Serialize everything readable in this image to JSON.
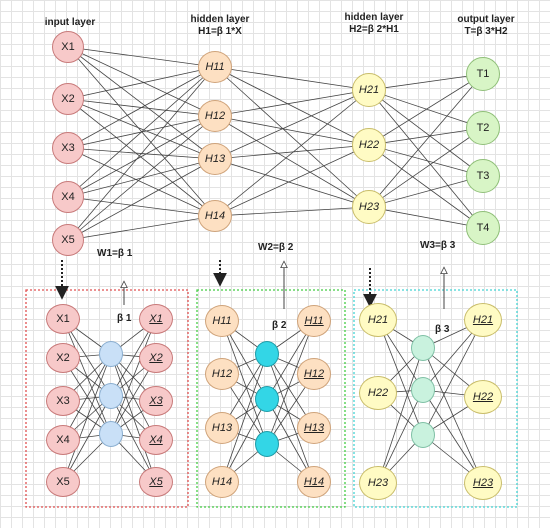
{
  "header": {
    "input_layer": "input layer",
    "hidden1": {
      "title": "hidden layer",
      "formula": "H1=β 1*X"
    },
    "hidden2": {
      "title": "hidden layer",
      "formula": "H2=β 2*H1"
    },
    "output": {
      "title": "output layer",
      "formula": "T=β 3*H2"
    }
  },
  "top": {
    "x": [
      "X1",
      "X2",
      "X3",
      "X4",
      "X5"
    ],
    "h1": [
      "H11",
      "H12",
      "H13",
      "H14"
    ],
    "h2": [
      "H21",
      "H22",
      "H23"
    ],
    "t": [
      "T1",
      "T2",
      "T3",
      "T4"
    ],
    "w1": "W1=β 1",
    "w2": "W2=β 2",
    "w3": "W3=β 3"
  },
  "bottom": {
    "box1": {
      "inputs": [
        "X1",
        "X2",
        "X3",
        "X4",
        "X5"
      ],
      "outputs": [
        "X1",
        "X2",
        "X3",
        "X4",
        "X5"
      ],
      "beta": "β 1"
    },
    "box2": {
      "inputs": [
        "H11",
        "H12",
        "H13",
        "H14"
      ],
      "outputs": [
        "H11",
        "H12",
        "H13",
        "H14"
      ],
      "beta": "β 2"
    },
    "box3": {
      "inputs": [
        "H21",
        "H22",
        "H23"
      ],
      "outputs": [
        "H21",
        "H22",
        "H23"
      ],
      "beta": "β 3"
    }
  },
  "colors": {
    "input": "#f7c9c9",
    "input_stroke": "#c87a7a",
    "hidden1": "#fde0c2",
    "hidden1_stroke": "#cfa37a",
    "hidden2": "#fffbc4",
    "hidden2_stroke": "#c9bd6a",
    "output": "#d8f5c6",
    "output_stroke": "#8fbf78",
    "ae1_hidden": "#c9e0f7",
    "ae2_hidden": "#33d6e6",
    "ae3_hidden": "#c9f2de",
    "box1": "#e05050",
    "box2": "#44cc44",
    "box3": "#44d4d4"
  }
}
